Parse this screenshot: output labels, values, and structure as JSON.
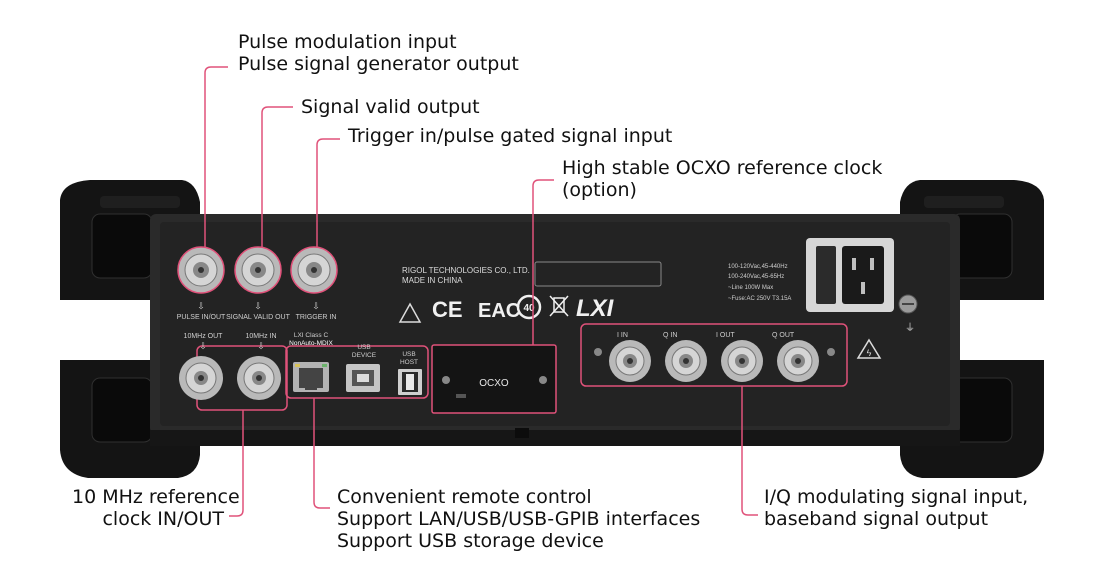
{
  "callouts": {
    "pulse_mod": [
      "Pulse modulation input",
      "Pulse signal generator output"
    ],
    "signal_valid": "Signal valid output",
    "trigger": "Trigger in/pulse gated signal input",
    "ocxo": [
      "High stable OCXO reference clock",
      "(option)"
    ],
    "ref_clock": [
      "10 MHz reference",
      "clock IN/OUT"
    ],
    "remote": [
      "Convenient remote control",
      "Support LAN/USB/USB-GPIB interfaces",
      "Support USB storage device"
    ],
    "iq": [
      "I/Q modulating signal input,",
      "baseband signal output"
    ]
  },
  "panel": {
    "company": "RIGOL TECHNOLOGIES CO., LTD.",
    "made_in": "MADE IN CHINA",
    "bnc_top": [
      "PULSE IN/OUT",
      "SIGNAL VALID OUT",
      "TRIGGER IN"
    ],
    "bnc_bottom": [
      "10MHz OUT",
      "10MHz IN"
    ],
    "lxi": [
      "LXI Class C",
      "NonAuto-MDIX"
    ],
    "usb_device": [
      "USB",
      "DEVICE"
    ],
    "usb_host": [
      "USB",
      "HOST"
    ],
    "ocxo_label": "OCXO",
    "iq_labels": [
      "I IN",
      "Q IN",
      "I OUT",
      "Q OUT"
    ],
    "power_specs": [
      "100-120Vac,45-440Hz",
      "100-240Vac,45-65Hz",
      "~Line 100W Max",
      "~Fuse:AC 250V T3.15A"
    ],
    "cert_marks": [
      "CE",
      "EAC",
      "LXI"
    ],
    "rohs": "40"
  },
  "colors": {
    "callout_line": "#e0527a",
    "body": "#262626",
    "bumper": "#121212"
  }
}
